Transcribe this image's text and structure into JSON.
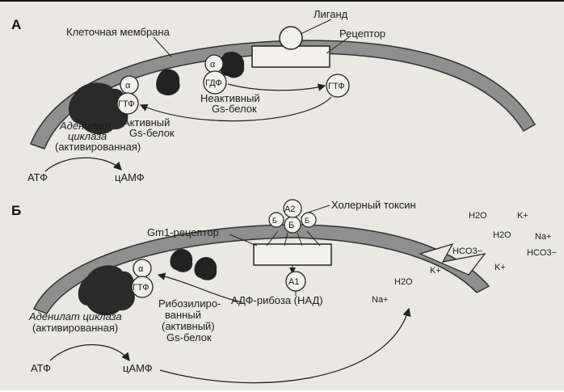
{
  "panel_a": {
    "letter": "А",
    "membrane": "Клеточная мембрана",
    "ligand": "Лиганд",
    "receptor": "Рецептор",
    "alpha": "α",
    "gdp": "ГДФ",
    "gtp": "ГТФ",
    "gtp_left": "ГТФ",
    "alpha_left": "α",
    "inactive_line1": "Неактивный",
    "inactive_line2": "Gs-белок",
    "active_line1": "Активный",
    "active_line2": "Gs-белок",
    "adenylate_line1": "Аденилат",
    "adenylate_line2": "циклаза",
    "adenylate_line3": "(активированная)",
    "atp": "АТФ",
    "camp": "цАМФ"
  },
  "panel_b": {
    "letter": "Б",
    "cholera_toxin": "Холерный токсин",
    "gm1_receptor": "Gm1-рецептор",
    "a2": "A2",
    "b": "Б",
    "a1": "A1",
    "alpha": "α",
    "gtp": "ГТФ",
    "ribosylated_line1": "Рибозилиро-",
    "ribosylated_line2": "ванный",
    "ribosylated_line3": "(активный)",
    "ribosylated_line4": "Gs-белок",
    "adp_ribose": "АДФ-рибоза (НАД)",
    "adenylate_line1": "Аденилат циклаза",
    "adenylate_line2": "(активированная)",
    "h2o_1": "H2O",
    "k_1": "K+",
    "h2o_2": "H2O",
    "na_1": "Na+",
    "hco3_1": "HCO3−",
    "hco3_2": "HCO3−",
    "k_2": "K+",
    "k_3": "K+",
    "h2o_3": "H2O",
    "na_2": "Na+",
    "atp": "АТФ",
    "camp": "цАМФ"
  }
}
